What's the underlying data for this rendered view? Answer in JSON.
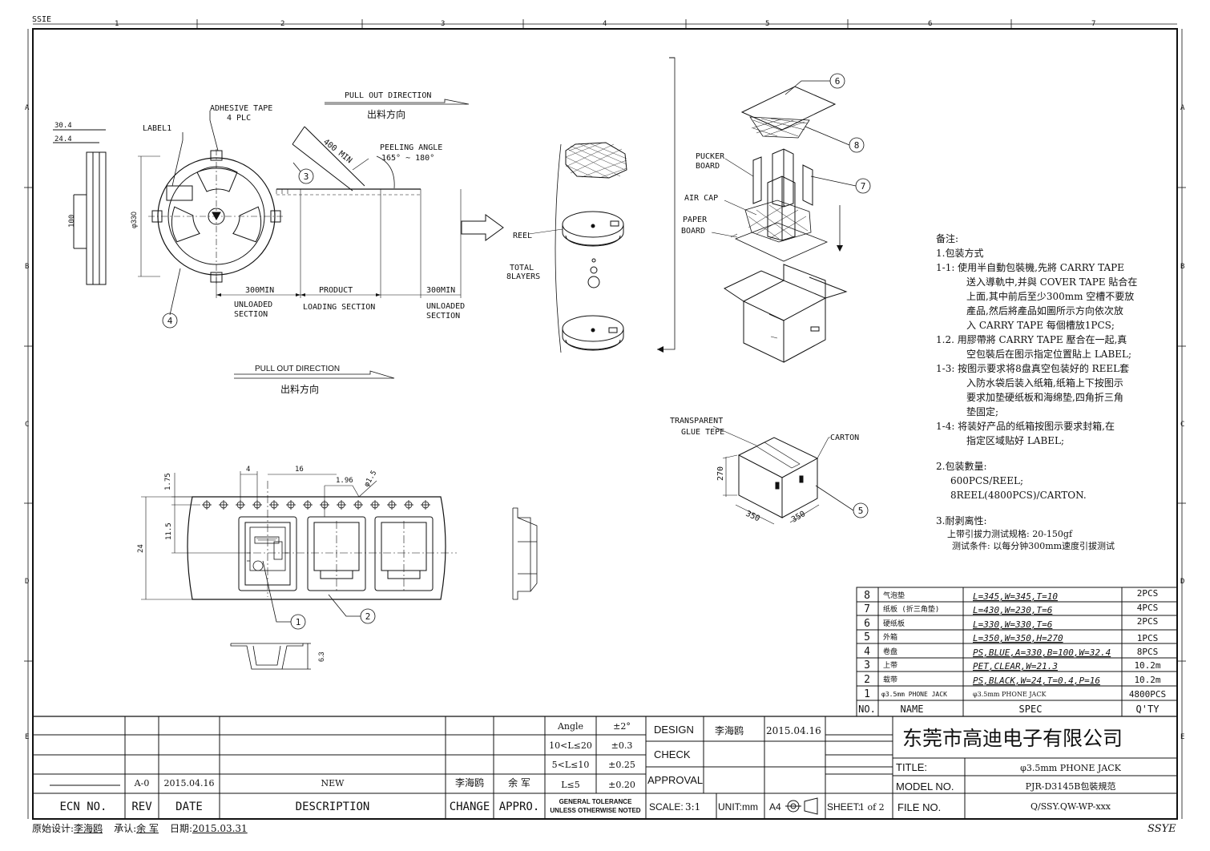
{
  "frame": {
    "top_left_mark": "SSIE",
    "bottom_right_mark": "SSYE",
    "col_numbers": [
      "1",
      "2",
      "3",
      "4",
      "5",
      "6",
      "7"
    ],
    "row_letters": [
      "A",
      "B",
      "C",
      "D",
      "E"
    ]
  },
  "reel_view": {
    "dim_30_4": "30.4",
    "dim_24_4": "24.4",
    "dim_100": "100",
    "dim_330": "φ330",
    "label1": "LABEL1",
    "adhesive": "ADHESIVE TAPE",
    "adhesive2": "4 PLC",
    "len400": "400 MIN",
    "peeling": "PEELING ANGLE",
    "peeling2": "165° ~ 180°",
    "s300a": "300MIN",
    "product": "PRODUCT",
    "s300b": "300MIN",
    "unloaded1": "UNLOADED",
    "section1": "SECTION",
    "loading": "LOADING SECTION",
    "unloaded2": "UNLOADED",
    "section2": "SECTION",
    "pull_en": "PULL OUT DIRECTION",
    "pull_cn": "出料方向"
  },
  "balloons": {
    "b1": "1",
    "b2": "2",
    "b3": "3",
    "b4": "4",
    "b5": "5",
    "b6": "6",
    "b7": "7",
    "b8": "8"
  },
  "stack": {
    "reel": "REEL",
    "total": "TOTAL",
    "layers": "8LAYERS",
    "pucker": "PUCKER",
    "board": "BOARD",
    "aircap": "AIR CAP",
    "paper": "PAPER",
    "board2": "BOARD"
  },
  "carton": {
    "transparent": "TRANSPARENT",
    "glue": "GLUE TEPE",
    "carton": "CARTON",
    "h270": "270",
    "w350a": "350",
    "w350b": "350"
  },
  "tape_view": {
    "d175": "1.75",
    "d4": "4",
    "d16": "16",
    "d196": "1.96",
    "d15": "φ1.5",
    "d115": "11.5",
    "d24": "24",
    "d63": "6.3",
    "pull_en": "PULL OUT DIRECTION",
    "pull_cn": "出料方向"
  },
  "notes": {
    "title": "备注:",
    "n1": "1.包装方式",
    "n11a": "1-1: 使用半自動包裝機,先將 CARRY TAPE",
    "n11b": "送入導軌中,并與 COVER TAPE 貼合在",
    "n11c": "上面,其中前后至少300mm 空槽不要放",
    "n11d": "產品,然后將產品如圖所示方向依次放",
    "n11e": "入 CARRY TAPE 每個槽放1PCS;",
    "n12a": "1.2. 用膠帶將 CARRY TAPE 壓合在一起,真",
    "n12b": "空包裝后在图示指定位置貼上 LABEL;",
    "n13a": "1-3: 按图示要求将8盘真空包装好的 REEL套",
    "n13b": "入防水袋后装入纸箱,纸箱上下按图示",
    "n13c": "要求加垫硬纸板和海绵垫,四角折三角",
    "n13d": "垫固定;",
    "n14a": "1-4: 将装好产品的纸箱按图示要求封箱,在",
    "n14b": "指定区域贴好 LABEL;",
    "n2": "2.包装數量:",
    "n2a": "600PCS/REEL;",
    "n2b": "8REEL(4800PCS)/CARTON.",
    "n3": "3.耐剥离性:",
    "n3a": "上带引拔力测试规格: 20-150gf",
    "n3b": "测试条件: 以每分钟300mm速度引拔测试"
  },
  "bom": {
    "rows": [
      {
        "no": "8",
        "name": "气泡垫",
        "spec": "L=345,W=345,T=10",
        "qty": "2PCS"
      },
      {
        "no": "7",
        "name": "纸板 (折三角垫)",
        "spec": "L=430,W=230,T=6",
        "qty": "4PCS"
      },
      {
        "no": "6",
        "name": "硬纸板",
        "spec": "L=330,W=330,T=6",
        "qty": "2PCS"
      },
      {
        "no": "5",
        "name": "外箱",
        "spec": "L=350,W=350,H=270",
        "qty": "1PCS"
      },
      {
        "no": "4",
        "name": "卷盘",
        "spec": "PS,BLUE,A=330,B=100,W=32.4",
        "qty": "8PCS"
      },
      {
        "no": "3",
        "name": "上带",
        "spec": "PET,CLEAR,W=21.3",
        "qty": "10.2m"
      },
      {
        "no": "2",
        "name": "载带",
        "spec": "PS,BLACK,W=24,T=0.4,P=16",
        "qty": "10.2m"
      },
      {
        "no": "1",
        "name": "φ3.5mm PHONE JACK",
        "spec": "φ3.5mm PHONE JACK",
        "qty": "4800PCS"
      }
    ],
    "h_no": "NO.",
    "h_name": "NAME",
    "h_spec": "SPEC",
    "h_qty": "Q'TY"
  },
  "title_block": {
    "company": "东莞市高迪电子有限公司",
    "title_label": "TITLE:",
    "title_value": "φ3.5mm PHONE JACK",
    "model_label": "MODEL NO.",
    "model_value": "PJR-D3145B包裝規范",
    "file_label": "FILE NO.",
    "file_value": "Q/SSY.QW-WP-xxx",
    "design": "DESIGN",
    "designer": "李海鸥",
    "design_date": "2015.04.16",
    "check": "CHECK",
    "approval": "APPROVAL",
    "scale_label": "SCALE:",
    "scale_value": "3:1",
    "unit": "UNIT:mm",
    "paper": "A4",
    "sheet_label": "SHEET:",
    "sheet_value": "1 of 2",
    "angle": "Angle",
    "angle_tol": "±2°",
    "r1": "10<L≤20",
    "r1t": "±0.3",
    "r2": "5<L≤10",
    "r2t": "±0.25",
    "r3": "L≤5",
    "r3t": "±0.20",
    "gt1": "GENERAL TOLERANCE",
    "gt2": "UNLESS OTHERWISE NOTED"
  },
  "revision": {
    "rev": "A-0",
    "date": "2015.04.16",
    "desc": "NEW",
    "change": "李海鸥",
    "appro": "余 军",
    "h_ecn": "ECN NO.",
    "h_rev": "REV",
    "h_date": "DATE",
    "h_desc": "DESCRIPTION",
    "h_change": "CHANGE",
    "h_appro": "APPRO."
  },
  "footer": {
    "l1": "原始设计:",
    "v1": "李海鸥",
    "l2": "承认:",
    "v2": "余 军",
    "l3": "日期:",
    "v3": "2015.03.31"
  }
}
